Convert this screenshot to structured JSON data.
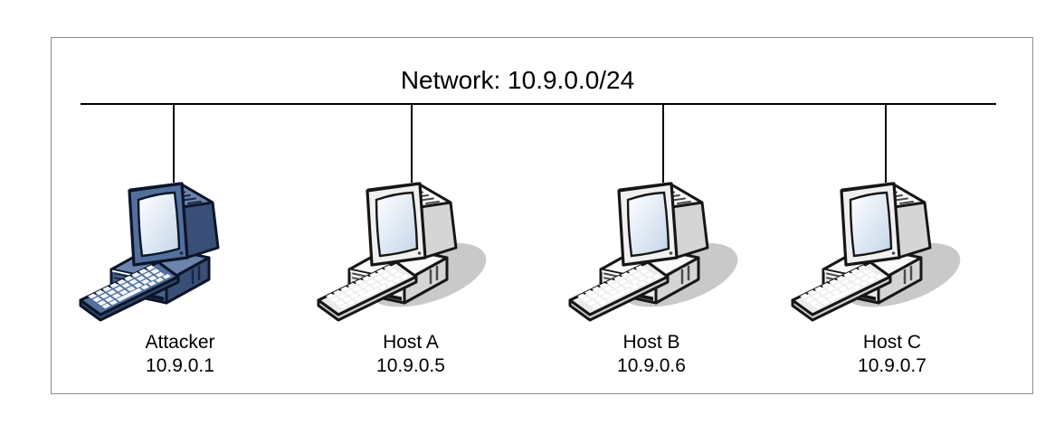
{
  "diagram": {
    "title": "Network: 10.9.0.0/24",
    "type": "lan-bus-topology",
    "nodes": [
      {
        "name": "Attacker",
        "ip": "10.9.0.1",
        "role": "attacker"
      },
      {
        "name": "Host A",
        "ip": "10.9.0.5",
        "role": "host"
      },
      {
        "name": "Host B",
        "ip": "10.9.0.6",
        "role": "host"
      },
      {
        "name": "Host C",
        "ip": "10.9.0.7",
        "role": "host"
      }
    ],
    "colors": {
      "attacker_body": "#52709d",
      "host_body": "#f0f0f0",
      "outline": "#161616",
      "bus_line": "#000000",
      "frame_border": "#8f8f8f",
      "screen_tint": "#c3d5e9",
      "background": "#ffffff"
    }
  }
}
